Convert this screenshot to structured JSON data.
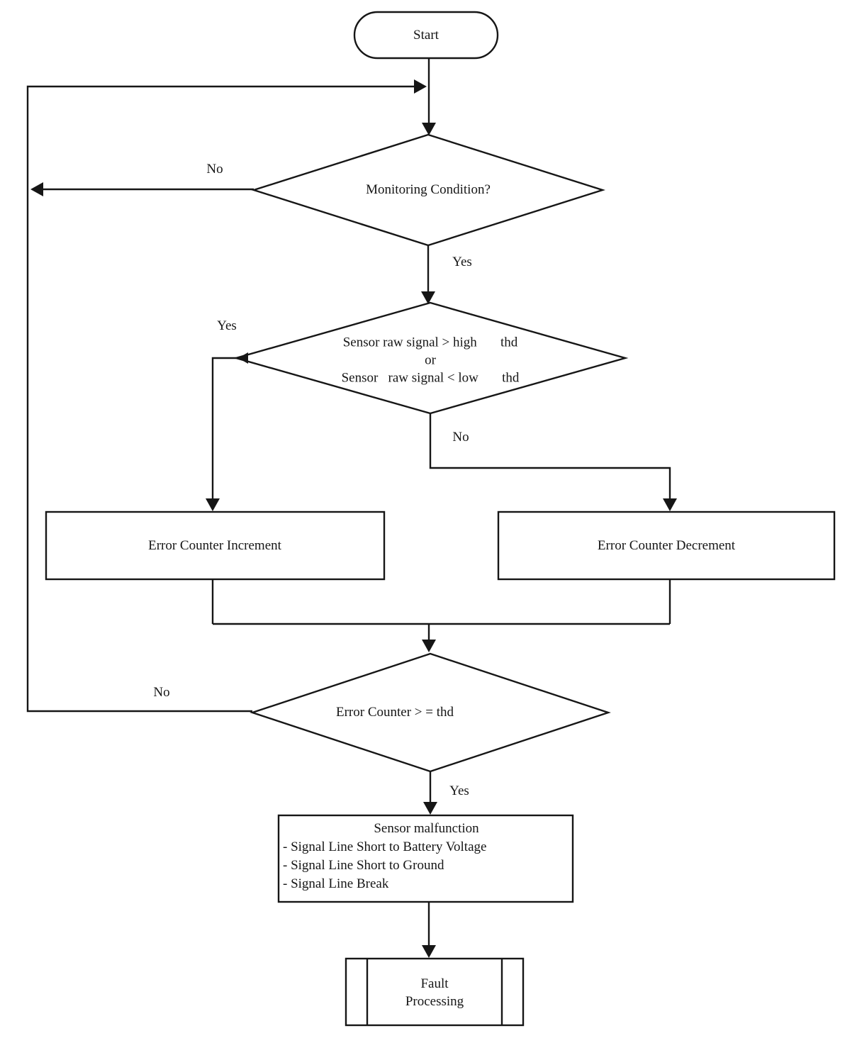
{
  "diagram": {
    "nodes": {
      "start": {
        "label": "Start"
      },
      "monitoring_decision": {
        "label": "Monitoring Condition?"
      },
      "signal_decision": {
        "line1": "Sensor raw signal > high       thd",
        "line2": "or",
        "line3": "Sensor   raw signal < low       thd"
      },
      "increment": {
        "label": "Error Counter Increment"
      },
      "decrement": {
        "label": "Error Counter Decrement"
      },
      "counter_decision": {
        "label": "Error Counter > = thd"
      },
      "malfunction": {
        "title": "Sensor malfunction",
        "items": [
          "- Signal Line Short to Battery Voltage",
          "- Signal Line Short to Ground",
          "- Signal Line Break"
        ]
      },
      "fault": {
        "line1": "Fault",
        "line2": "Processing"
      }
    },
    "edge_labels": {
      "monitoring_no": "No",
      "monitoring_yes": "Yes",
      "signal_yes": "Yes",
      "signal_no": "No",
      "counter_no": "No",
      "counter_yes": "Yes"
    },
    "colors": {
      "line": "#161616",
      "background": "#ffffff"
    }
  }
}
